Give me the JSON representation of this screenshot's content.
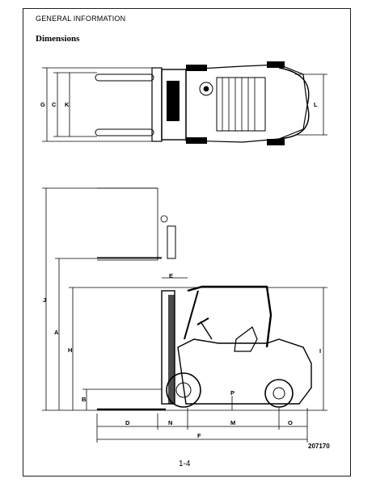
{
  "header": {
    "section": "GENERAL INFORMATION"
  },
  "page": {
    "title": "Dimensions",
    "figure_id": "207170",
    "page_number": "1-4"
  },
  "dimension_labels": {
    "G": "G",
    "C": "C",
    "K": "K",
    "L": "L",
    "J": "J",
    "A": "A",
    "H": "H",
    "B": "B",
    "E": "E",
    "I": "I",
    "P": "P",
    "D": "D",
    "N": "N",
    "M": "M",
    "O": "O",
    "F": "F"
  }
}
